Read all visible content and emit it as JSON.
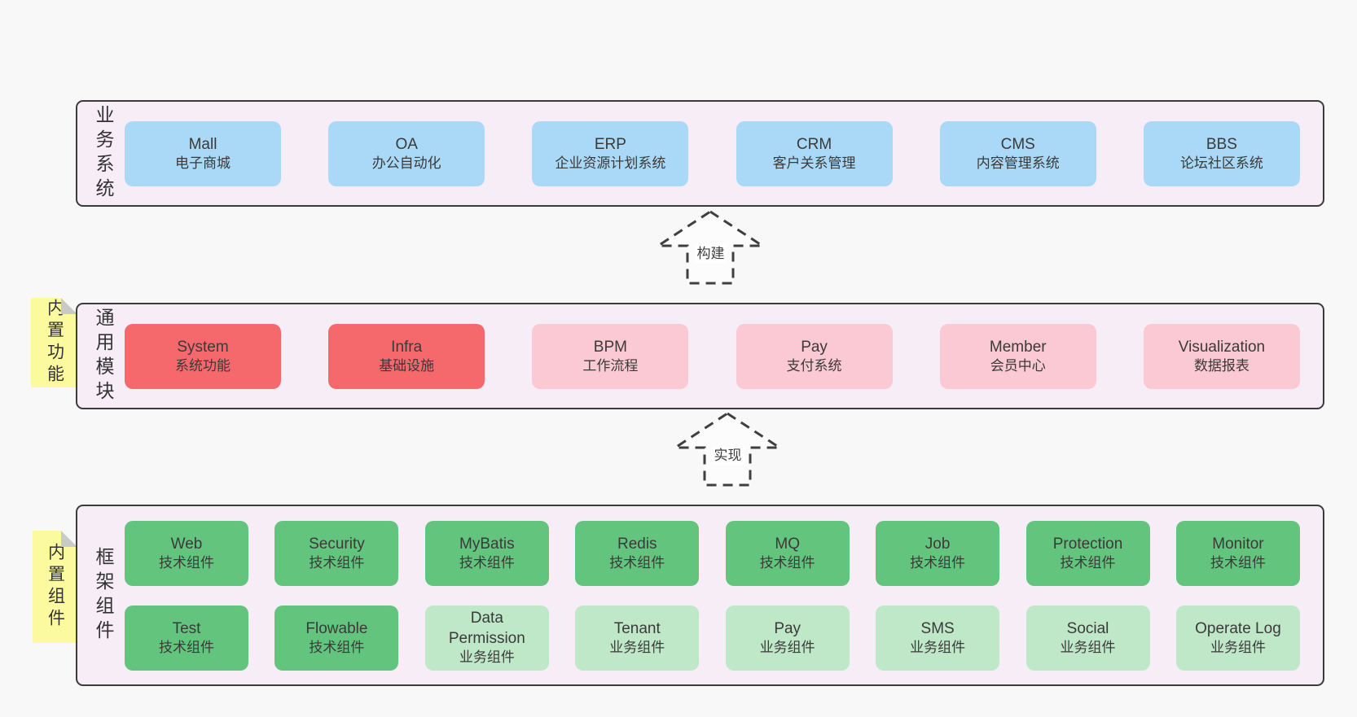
{
  "palette": {
    "page_bg": "#f8f8f8",
    "panel_bg": "#f7edf6",
    "panel_border": "#3b3b3b",
    "blue": "#a9d9f6",
    "red": "#f5696d",
    "pink": "#fac9d3",
    "green": "#63c57d",
    "green_light": "#bfe8c9",
    "sticky_yellow": "#fcfa9e",
    "sticky_fold": "#c9c9c9",
    "text": "#3a3a3a"
  },
  "arrows": [
    {
      "label": "构建"
    },
    {
      "label": "实现"
    }
  ],
  "sections": [
    {
      "label": "业务系统",
      "sticky": null,
      "rows": [
        [
          {
            "name": "Mall",
            "desc": "电子商城",
            "variant": "blue"
          },
          {
            "name": "OA",
            "desc": "办公自动化",
            "variant": "blue"
          },
          {
            "name": "ERP",
            "desc": "企业资源计划系统",
            "variant": "blue"
          },
          {
            "name": "CRM",
            "desc": "客户关系管理",
            "variant": "blue"
          },
          {
            "name": "CMS",
            "desc": "内容管理系统",
            "variant": "blue"
          },
          {
            "name": "BBS",
            "desc": "论坛社区系统",
            "variant": "blue"
          }
        ]
      ]
    },
    {
      "label": "通用模块",
      "sticky": "内置功能",
      "rows": [
        [
          {
            "name": "System",
            "desc": "系统功能",
            "variant": "red"
          },
          {
            "name": "Infra",
            "desc": "基础设施",
            "variant": "red"
          },
          {
            "name": "BPM",
            "desc": "工作流程",
            "variant": "pink"
          },
          {
            "name": "Pay",
            "desc": "支付系统",
            "variant": "pink"
          },
          {
            "name": "Member",
            "desc": "会员中心",
            "variant": "pink"
          },
          {
            "name": "Visualization",
            "desc": "数据报表",
            "variant": "pink"
          }
        ]
      ]
    },
    {
      "label": "框架组件",
      "sticky": "内置组件",
      "rows": [
        [
          {
            "name": "Web",
            "desc": "技术组件",
            "variant": "green"
          },
          {
            "name": "Security",
            "desc": "技术组件",
            "variant": "green"
          },
          {
            "name": "MyBatis",
            "desc": "技术组件",
            "variant": "green"
          },
          {
            "name": "Redis",
            "desc": "技术组件",
            "variant": "green"
          },
          {
            "name": "MQ",
            "desc": "技术组件",
            "variant": "green"
          },
          {
            "name": "Job",
            "desc": "技术组件",
            "variant": "green"
          },
          {
            "name": "Protection",
            "desc": "技术组件",
            "variant": "green"
          },
          {
            "name": "Monitor",
            "desc": "技术组件",
            "variant": "green"
          }
        ],
        [
          {
            "name": "Test",
            "desc": "技术组件",
            "variant": "green"
          },
          {
            "name": "Flowable",
            "desc": "技术组件",
            "variant": "green"
          },
          {
            "name": "Data Permission",
            "desc": "业务组件",
            "variant": "green_light"
          },
          {
            "name": "Tenant",
            "desc": "业务组件",
            "variant": "green_light"
          },
          {
            "name": "Pay",
            "desc": "业务组件",
            "variant": "green_light"
          },
          {
            "name": "SMS",
            "desc": "业务组件",
            "variant": "green_light"
          },
          {
            "name": "Social",
            "desc": "业务组件",
            "variant": "green_light"
          },
          {
            "name": "Operate Log",
            "desc": "业务组件",
            "variant": "green_light"
          }
        ]
      ]
    }
  ]
}
